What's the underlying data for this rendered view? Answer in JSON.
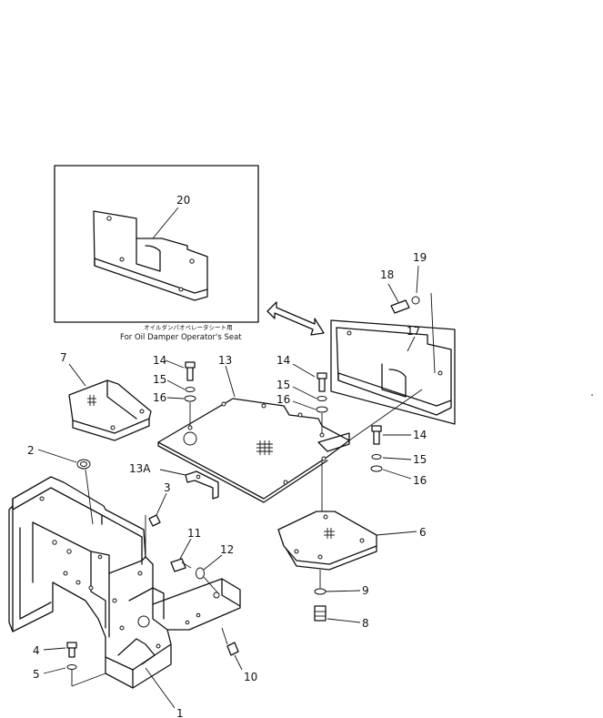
{
  "inset": {
    "caption_jp": "オイルダンパオペレータシート用",
    "caption_en": "For Oil Damper Operator's Seat"
  },
  "callouts": {
    "c1": "1",
    "c2": "2",
    "c3": "3",
    "c4": "4",
    "c5": "5",
    "c6": "6",
    "c7": "7",
    "c8": "8",
    "c9": "9",
    "c10": "10",
    "c11": "11",
    "c12": "12",
    "c13": "13",
    "c13a": "13A",
    "c14a": "14",
    "c14b": "14",
    "c14c": "14",
    "c15a": "15",
    "c15b": "15",
    "c15c": "15",
    "c16a": "16",
    "c16b": "16",
    "c16c": "16",
    "c17": "17",
    "c18": "18",
    "c19": "19",
    "c20": "20"
  }
}
